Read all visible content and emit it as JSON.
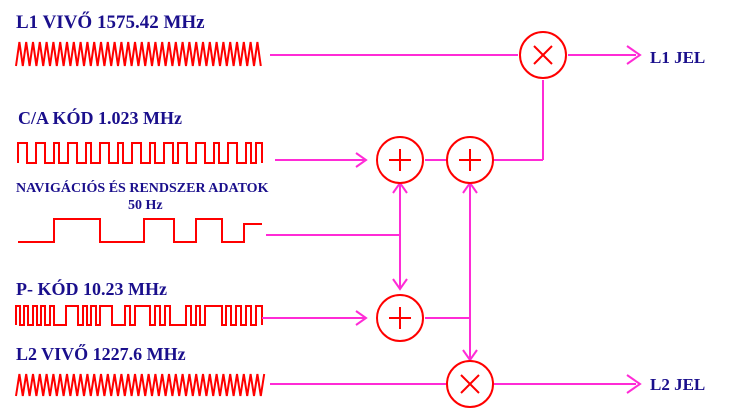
{
  "labels": {
    "l1_carrier": "L1  VIVŐ  1575.42 MHz",
    "ca_code": "C/A KÓD 1.023 MHz",
    "nav_data_line1": "NAVIGÁCIÓS ÉS RENDSZER ADATOK",
    "nav_data_line2": "50 Hz",
    "p_code": "P- KÓD 10.23  MHz",
    "l2_carrier": "L2  VIVŐ  1227.6 MHz",
    "l1_out": "L1 JEL",
    "l2_out": "L2 JEL"
  },
  "operators": {
    "multiply": "multiply-icon",
    "add": "plus-icon"
  },
  "colors": {
    "wire": "#ff2bd6",
    "signal": "#ff0000",
    "text": "#1a0f8c"
  }
}
